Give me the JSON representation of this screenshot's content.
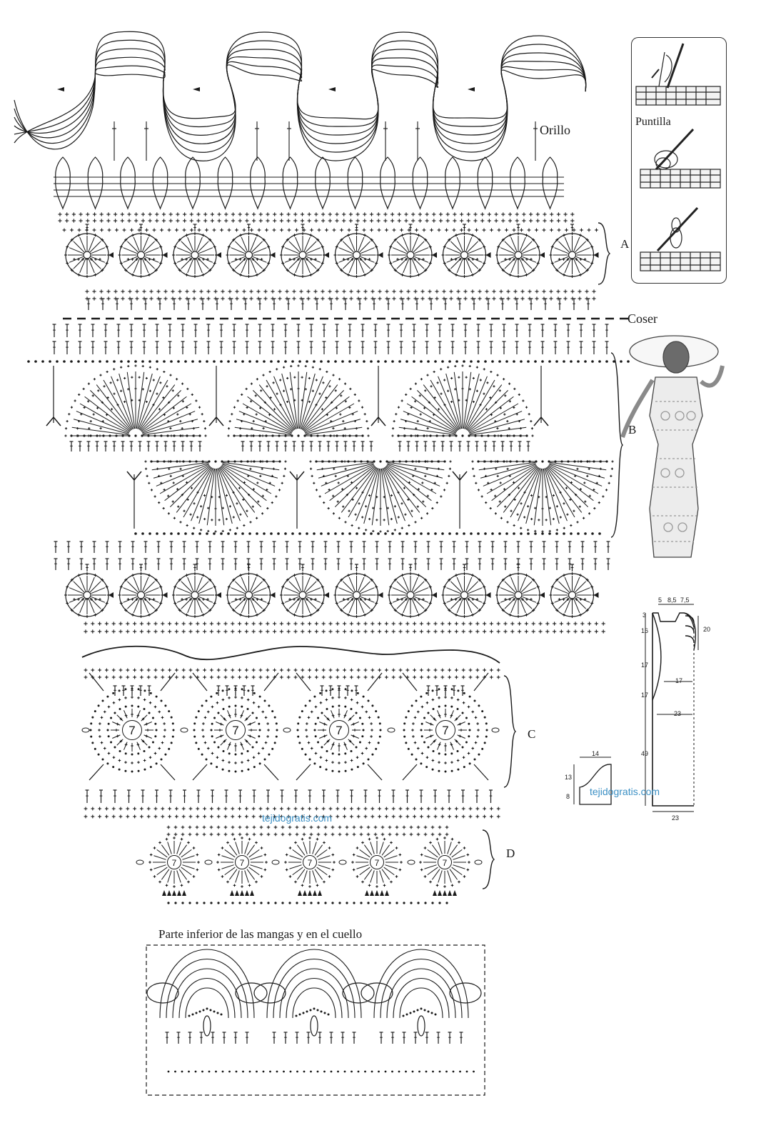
{
  "labels": {
    "orillo": "Orillo",
    "puntilla": "Puntilla",
    "coser": "Coser",
    "a": "A",
    "b": "B",
    "c": "C",
    "d": "D",
    "bottom_caption": "Parte inferior de las mangas y en el cuello"
  },
  "watermarks": {
    "center": "tejidogratis.com",
    "right": "tejidogratis.com"
  },
  "motif_number": "7",
  "schematic": {
    "top_measures": [
      "5",
      "8,5",
      "7,5"
    ],
    "left_measures": [
      "3",
      "16",
      "17",
      "17",
      "49"
    ],
    "right_measure": "20",
    "inner_measures": [
      "17",
      "23"
    ],
    "bottom_measure": "23"
  },
  "sleeve": {
    "top": "14",
    "left_upper": "13",
    "left_lower": "8"
  },
  "colors": {
    "ink": "#1a1a1a",
    "watermark": "#3a8fc4"
  }
}
